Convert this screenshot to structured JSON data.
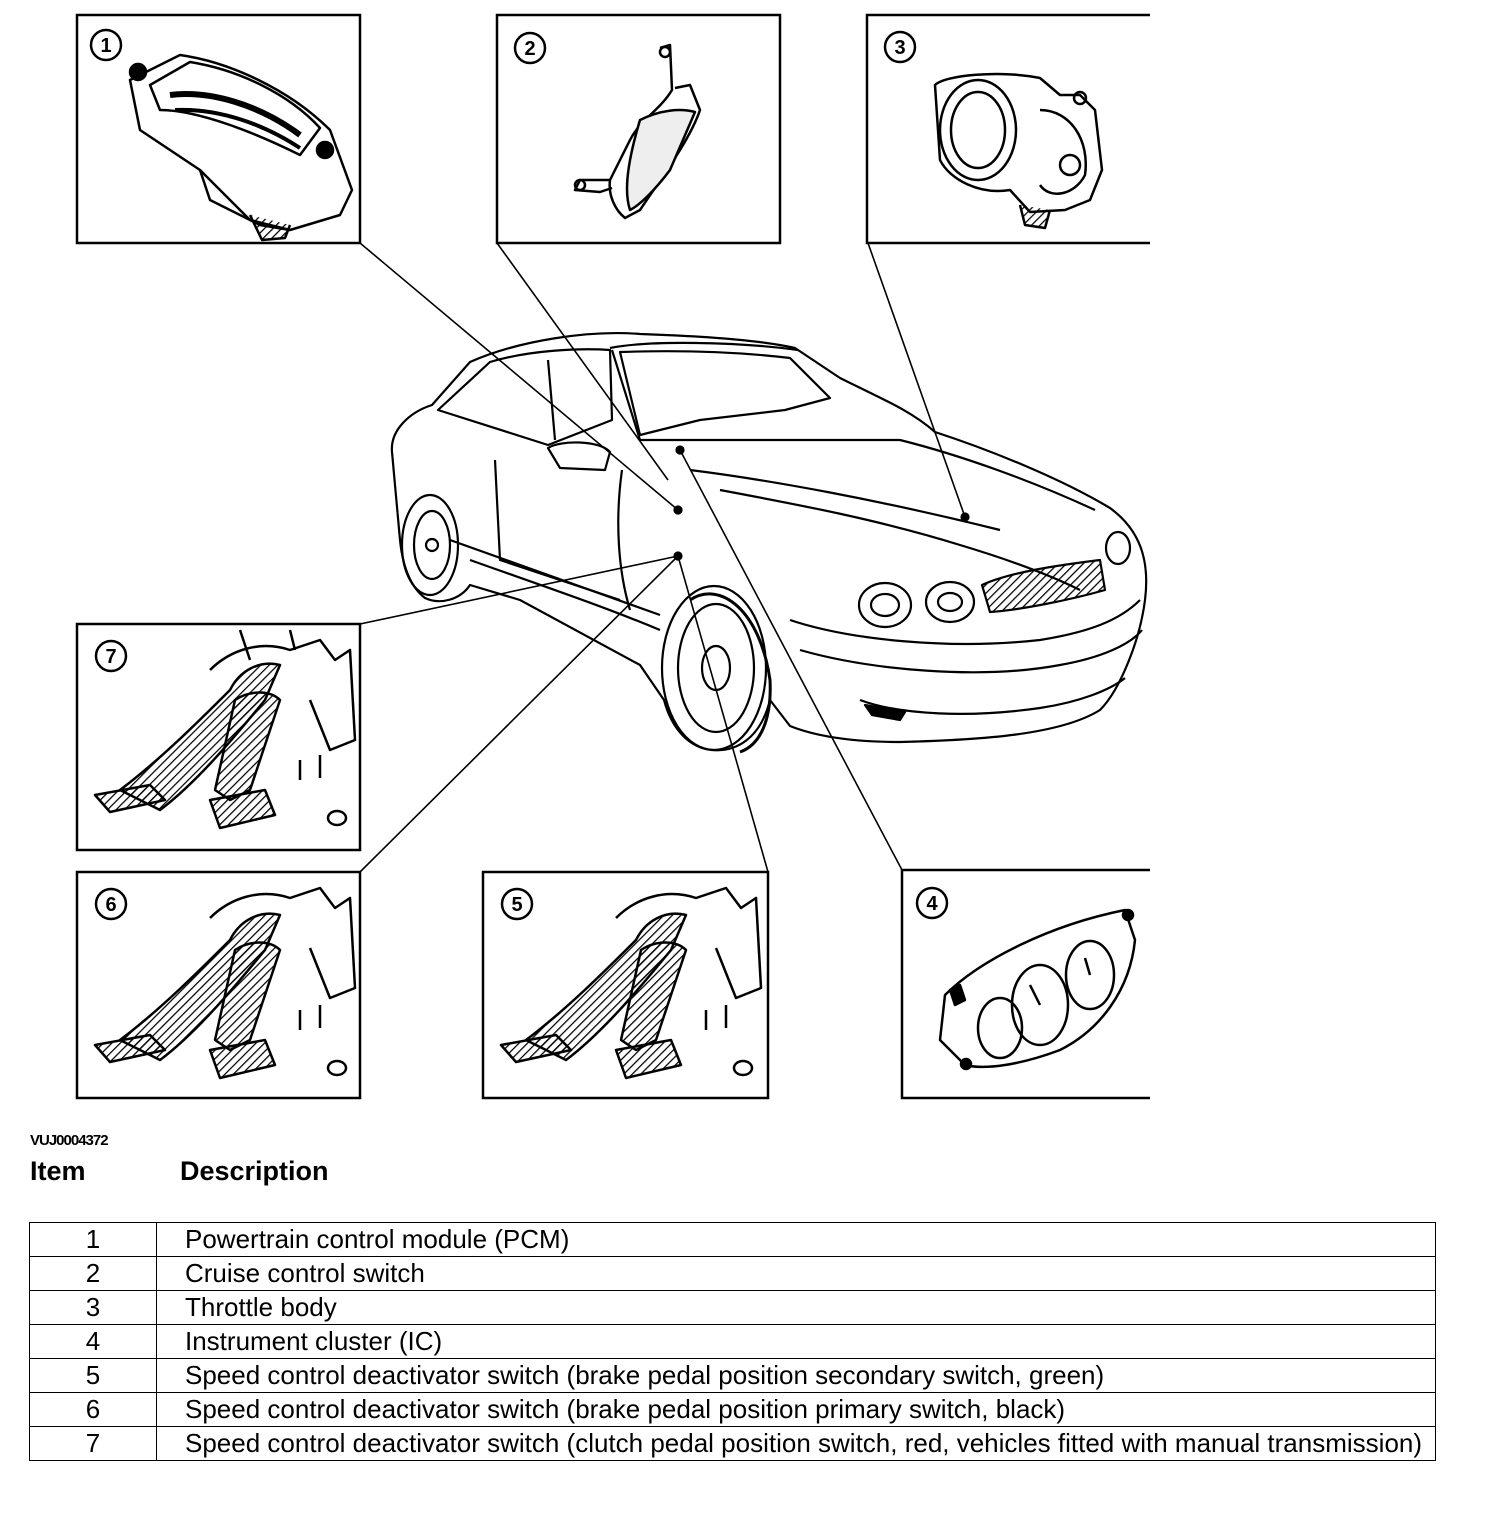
{
  "figure": {
    "callouts": [
      {
        "number": "1",
        "part": "pcm-module"
      },
      {
        "number": "2",
        "part": "cruise-control-switch"
      },
      {
        "number": "3",
        "part": "throttle-body"
      },
      {
        "number": "4",
        "part": "instrument-cluster"
      },
      {
        "number": "5",
        "part": "brake-pedal-secondary-switch"
      },
      {
        "number": "6",
        "part": "brake-pedal-primary-switch"
      },
      {
        "number": "7",
        "part": "clutch-pedal-switch"
      }
    ],
    "figure_id": "VUJ0004372"
  },
  "legend": {
    "header_item": "Item",
    "header_description": "Description",
    "rows": [
      {
        "item": "1",
        "description": "Powertrain control module (PCM)"
      },
      {
        "item": "2",
        "description": "Cruise control switch"
      },
      {
        "item": "3",
        "description": "Throttle body"
      },
      {
        "item": "4",
        "description": "Instrument cluster (IC)"
      },
      {
        "item": "5",
        "description": "Speed control deactivator switch (brake pedal position secondary switch, green)"
      },
      {
        "item": "6",
        "description": "Speed control deactivator switch (brake pedal position primary switch, black)"
      },
      {
        "item": "7",
        "description": "Speed control deactivator switch (clutch pedal position switch, red, vehicles fitted with manual transmission)"
      }
    ]
  }
}
